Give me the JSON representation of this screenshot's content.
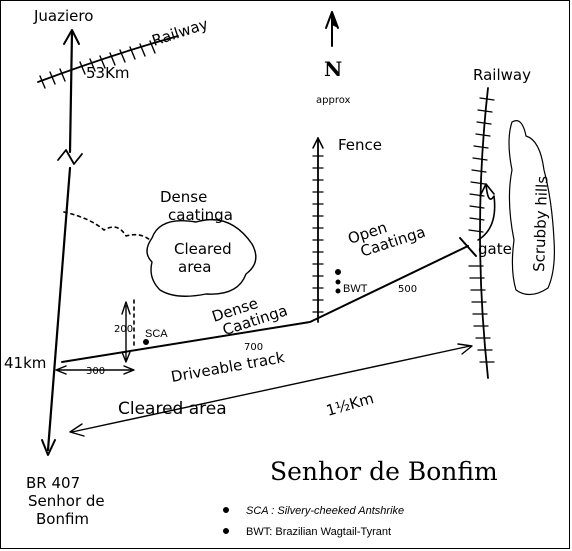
{
  "labels": {
    "top_destination": "Juaziero",
    "railway_top": "Railway",
    "km_53": "53Km",
    "north": "N",
    "approx": "approx",
    "railway_right": "Railway",
    "fence": "Fence",
    "scrubby_hills": "Scrubby hills",
    "dense_caatinga_top": "Dense caatinga",
    "cleared_area_top": "Cleared area",
    "open_caatinga": "Open Caatinga",
    "gate": "gate",
    "bwt_marker": "BWT",
    "sca_marker": "SCA",
    "dense_caatinga_mid": "Dense Caatinga",
    "dist_500": "500",
    "dist_700": "700",
    "dist_200": "200",
    "dist_300": "300",
    "km_41": "41km",
    "driveable_track": "Driveable track",
    "cleared_area_bottom": "Cleared area",
    "dist_1_5km": "1½Km",
    "bottom_road_1": "BR 407",
    "bottom_road_2": "Senhor de",
    "bottom_road_3": "Bonfim"
  },
  "title": "Senhor de Bonfim",
  "legend": [
    {
      "code": "SCA",
      "name": "Silvery-cheeked Antshrike"
    },
    {
      "code": "BWT",
      "name": "Brazilian Wagtail-Tyrant"
    }
  ]
}
